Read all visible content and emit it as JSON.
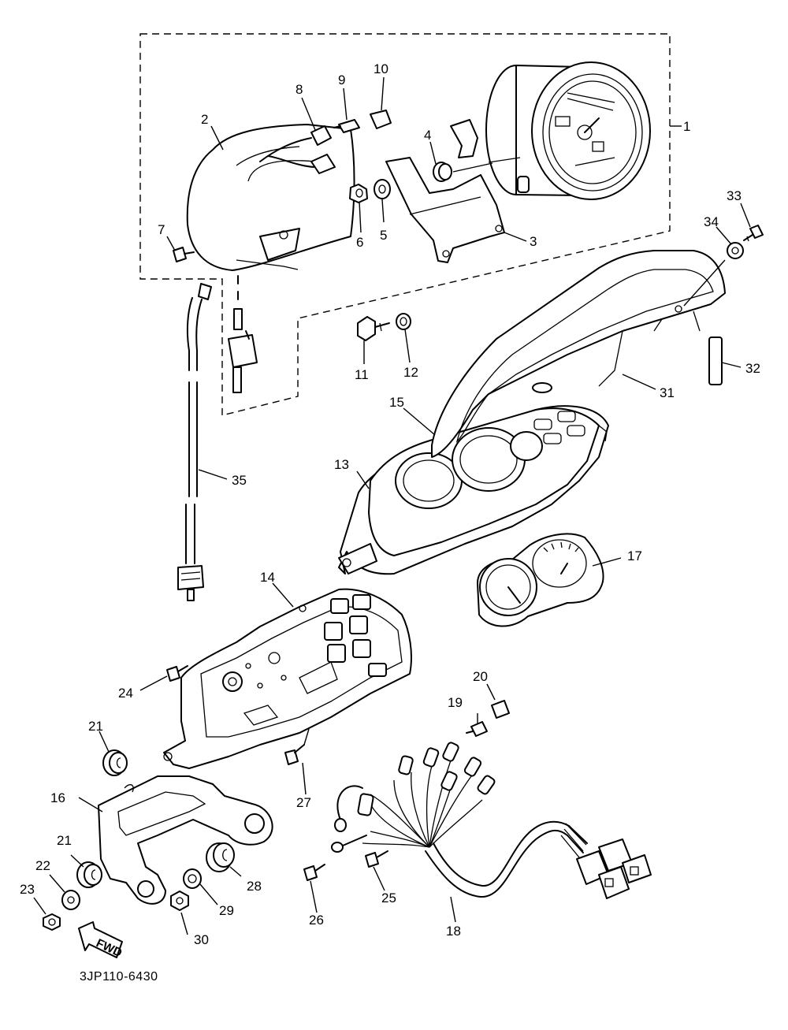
{
  "diagram": {
    "reference_code": "3JP110-6430",
    "fwd_label": "FWD",
    "callouts": {
      "c1": "1",
      "c2": "2",
      "c3": "3",
      "c4": "4",
      "c5": "5",
      "c6": "6",
      "c7": "7",
      "c8": "8",
      "c9": "9",
      "c10": "10",
      "c11": "11",
      "c12": "12",
      "c13": "13",
      "c14": "14",
      "c15": "15",
      "c16": "16",
      "c17": "17",
      "c18": "18",
      "c19": "19",
      "c20": "20",
      "c21a": "21",
      "c21b": "21",
      "c22": "22",
      "c23": "23",
      "c24": "24",
      "c25": "25",
      "c26": "26",
      "c27": "27",
      "c28": "28",
      "c29": "29",
      "c30": "30",
      "c31": "31",
      "c32": "32",
      "c33": "33",
      "c34": "34",
      "c35": "35"
    }
  }
}
